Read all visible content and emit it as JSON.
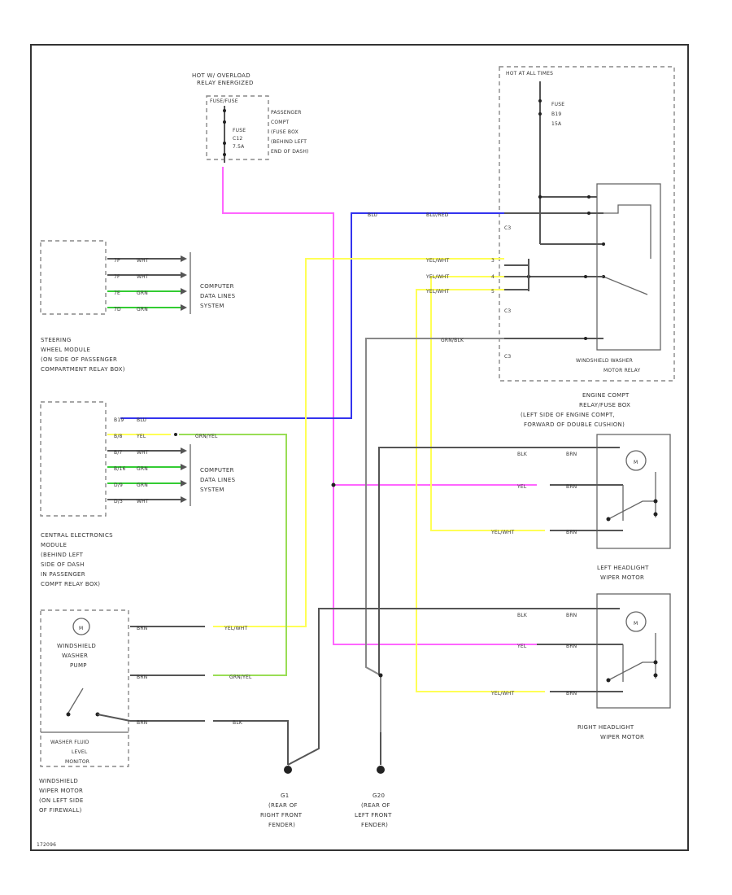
{
  "corner_code": "172096",
  "top_relay": {
    "title_line1": "HOT W/ OVERLOAD",
    "title_line2": "RELAY ENERGIZED",
    "fuse_header": "FUSE/FUSE",
    "fuse_line1": "FUSE",
    "fuse_line2": "C12",
    "fuse_line3": "7.5A",
    "box_line1": "PASSENGER",
    "box_line2": "COMPT",
    "box_line3": "(FUSE BOX",
    "box_line4": "(BEHIND LEFT",
    "box_line5": "END OF DASH)"
  },
  "hot_at_all_times": {
    "title": "HOT AT ALL TIMES",
    "fuse_line1": "FUSE",
    "fuse_line2": "B19",
    "fuse_line3": "15A"
  },
  "washer_relay": {
    "label_line1": "WINDSHIELD WASHER",
    "label_line2": "MOTOR RELAY",
    "conn1": "C3",
    "conn2": "C3",
    "conn3": "C3"
  },
  "steering_module": {
    "label_line1": "STEERING",
    "label_line2": "WHEEL MODULE",
    "label_line3": "(ON SIDE OF PASSENGER",
    "label_line4": "COMPARTMENT RELAY BOX)",
    "pins": [
      "7P",
      "7F",
      "7E",
      "7D"
    ],
    "wires": [
      "WHT",
      "WHT",
      "GRN",
      "GRN"
    ]
  },
  "computer_data_lines_1": {
    "line1": "COMPUTER",
    "line2": "DATA LINES",
    "line3": "SYSTEM"
  },
  "cem": {
    "label_line1": "CENTRAL ELECTRONICS",
    "label_line2": "MODULE",
    "label_line3": "(BEHIND LEFT",
    "label_line4": "SIDE OF DASH",
    "label_line5": "IN PASSENGER",
    "label_line6": "COMPT RELAY BOX)",
    "pins": [
      "B19",
      "B/8",
      "B/7",
      "B/16",
      "D/9",
      "D/3"
    ],
    "wires": [
      "BLU",
      "YEL",
      "WHT",
      "GRN",
      "GRN",
      "WHT"
    ],
    "grn_yel": "GRN/YEL"
  },
  "computer_data_lines_2": {
    "line1": "COMPUTER",
    "line2": "DATA LINES",
    "line3": "SYSTEM"
  },
  "wiring": {
    "blu_red": "BLU/RED",
    "blu": "BLU",
    "yel_wht_a": "YEL/WHT",
    "yel_wht_b": "YEL/WHT",
    "yel_wht_c": "YEL/WHT",
    "grn_blk": "GRN/BLK",
    "pin_a": "3",
    "pin_b": "4",
    "pin_c": "5"
  },
  "engine_relay_box": {
    "line1": "ENGINE COMPT",
    "line2": "RELAY/FUSE BOX",
    "line3": "(LEFT SIDE OF ENGINE COMPT,",
    "line4": "FORWARD OF DOUBLE CUSHION)"
  },
  "left_headlight_wiper": {
    "label_line1": "LEFT HEADLIGHT",
    "label_line2": "WIPER MOTOR",
    "w1": "BLK",
    "w2": "YEL",
    "w3": "YEL/WHT",
    "p1": "BRN",
    "p2": "BRN",
    "p3": "BRN",
    "motor": "M"
  },
  "right_headlight_wiper": {
    "label_line1": "RIGHT HEADLIGHT",
    "label_line2": "WIPER MOTOR",
    "w1": "BLK",
    "w2": "YEL",
    "w3": "YEL/WHT",
    "p1": "BRN",
    "p2": "BRN",
    "p3": "BRN",
    "motor": "M"
  },
  "washer_pump": {
    "motor": "M",
    "label_line1": "WINDSHIELD",
    "label_line2": "WASHER",
    "label_line3": "PUMP",
    "level_line1": "WASHER FLUID",
    "level_line2": "LEVEL",
    "level_line3": "MONITOR",
    "w1": "BRN",
    "w2": "BRN",
    "w3": "BRN",
    "c1": "YEL/WHT",
    "c2": "GRN/YEL",
    "c3": "BLK"
  },
  "washer_motor_loc": {
    "line1": "WINDSHIELD",
    "line2": "WIPER MOTOR",
    "line3": "(ON LEFT SIDE",
    "line4": "OF FIREWALL)"
  },
  "ground_g1": {
    "name": "G1",
    "line1": "(REAR OF",
    "line2": "RIGHT FRONT",
    "line3": "FENDER)"
  },
  "ground_g2": {
    "name": "G20",
    "line1": "(REAR OF",
    "line2": "LEFT FRONT",
    "line3": "FENDER)"
  }
}
